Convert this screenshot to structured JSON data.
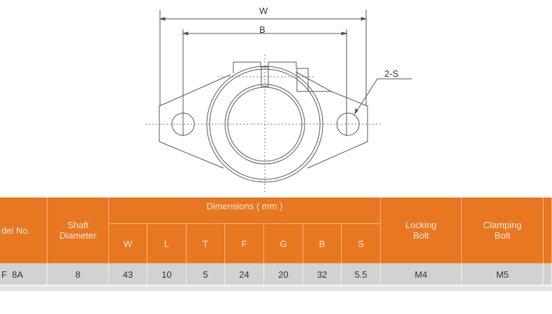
{
  "drawing": {
    "dim_w": "W",
    "dim_b": "B",
    "hole_callout": "2-S"
  },
  "table": {
    "headers": {
      "model": "del No.",
      "shaft": "Shaft\nDiameter",
      "dimensions": "Dimensions ( mm )",
      "locking": "Locking\nBolt",
      "clamping": "Clamping\nBolt",
      "cols": [
        "W",
        "L",
        "T",
        "F",
        "G",
        "B",
        "S"
      ]
    },
    "row": {
      "model": "F  8A",
      "shaft": "8",
      "dims": [
        "43",
        "10",
        "5",
        "24",
        "20",
        "32",
        "5.5"
      ],
      "locking": "M4",
      "clamping": "M5"
    }
  },
  "colors": {
    "header": "#e87722",
    "row": "#d2d2d2"
  }
}
